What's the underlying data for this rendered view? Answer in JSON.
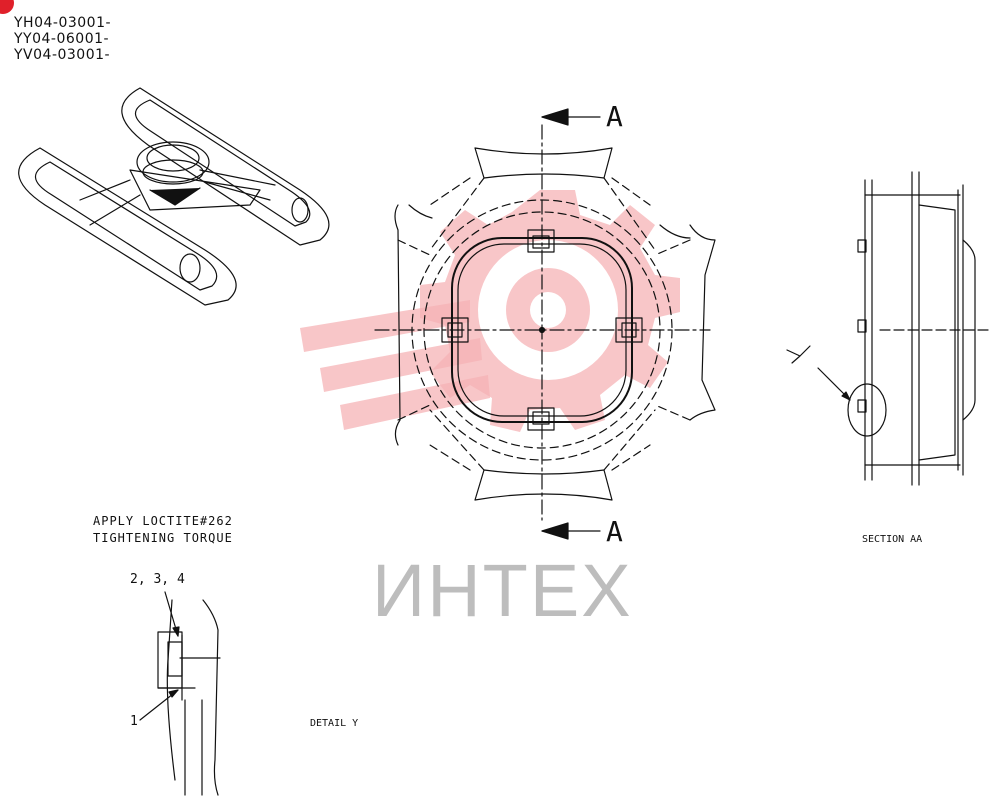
{
  "part_numbers": [
    "YH04-03001-",
    "YY04-06001-",
    "YV04-03001-"
  ],
  "section_marker": "A",
  "note": {
    "line1": "APPLY LOCTITE#262",
    "line2": "TIGHTENING TORQUE"
  },
  "section_title": "SECTION AA",
  "detail_title": "DETAIL Y",
  "detail_callout": "Y",
  "callouts": {
    "item_2_3_4": "2, 3, 4",
    "item_1": "1"
  },
  "watermark_text": "ИНТЕХ",
  "colors": {
    "line": "#111111",
    "badge": "#e0202a",
    "watermark_logo": "#f6b3b6",
    "watermark_text": "#bdbdbd"
  }
}
